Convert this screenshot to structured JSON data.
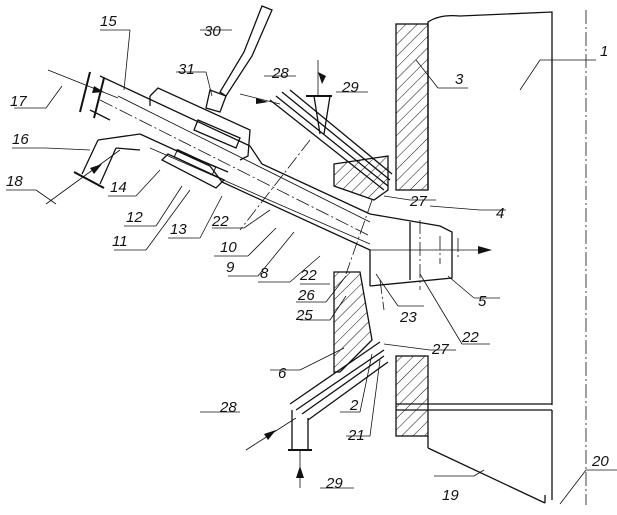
{
  "labels": {
    "l1": "1",
    "l2": "2",
    "l3": "3",
    "l4": "4",
    "l5": "5",
    "l6": "6",
    "l8": "8",
    "l9": "9",
    "l10": "10",
    "l11": "11",
    "l12": "12",
    "l13": "13",
    "l14": "14",
    "l15": "15",
    "l16": "16",
    "l17": "17",
    "l18": "18",
    "l19": "19",
    "l20": "20",
    "l21": "21",
    "l22a": "22",
    "l22b": "22",
    "l22c": "22",
    "l23": "23",
    "l25": "25",
    "l26": "26",
    "l27a": "27",
    "l27b": "27",
    "l28a": "28",
    "l28b": "28",
    "l29a": "29",
    "l29b": "29",
    "l30": "30",
    "l31": "31"
  }
}
